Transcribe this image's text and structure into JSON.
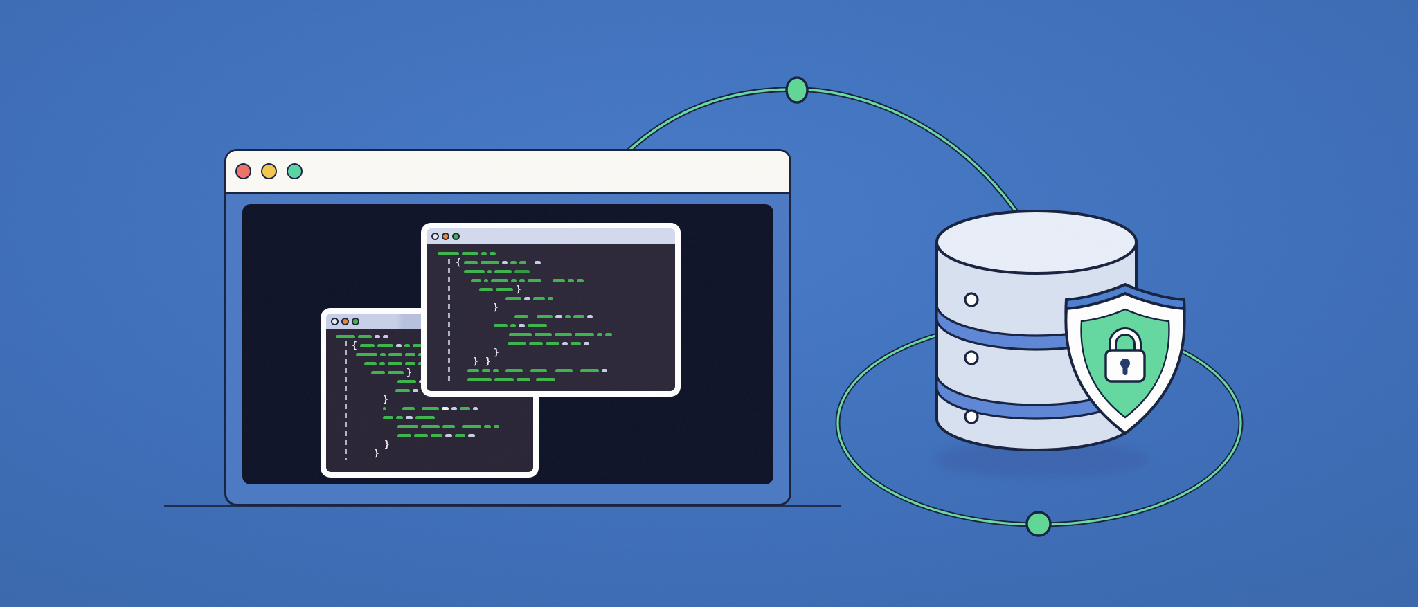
{
  "colors": {
    "background": "#3b6cb7",
    "outline": "#15203e",
    "browser_white": "#fbfaf5",
    "browser_blue": "#4a79c3",
    "screen": "#0c1126",
    "window_bar": "#d3daee",
    "window_bar_back": "#c8d0e9",
    "window_bar_back_dark": "#b7c1de",
    "code_bg": "#2a2637",
    "code_bg_back": "#282334",
    "code_green": "#3cb44a",
    "code_green_dark": "#2f9b3f",
    "code_gray": "#c7cde2",
    "code_white": "#eef0f7",
    "line_green": "#68dba1",
    "node_green": "#5fd795",
    "db_body": "#d8e1f1",
    "db_top": "#e9eff9",
    "db_band": "#5d86d7",
    "db_shadow": "#3a63ae",
    "shield_green": "#63d89f",
    "shield_blue": "#4c7ed0",
    "white": "#ffffff",
    "keyhole": "#21386b",
    "ground": "#1b2a4c",
    "dot_border": "#202337"
  },
  "icons": {
    "database": "database-cylinder-icon",
    "security": "shield-lock-icon",
    "connection_node": "circle-node-icon",
    "window_controls": "traffic-light-icons"
  },
  "browser_window": {
    "traffic_lights": [
      {
        "name": "close",
        "color": "#ef7166"
      },
      {
        "name": "minimize",
        "color": "#f4c64d"
      },
      {
        "name": "zoom",
        "color": "#57d5a2"
      }
    ]
  },
  "code_windows": {
    "back": {
      "dots": [
        {
          "name": "close",
          "color": "#e8eaf2"
        },
        {
          "name": "minimize",
          "color": "#e8893b"
        },
        {
          "name": "maximize",
          "color": "#3fb14e"
        }
      ],
      "rows": [
        {
          "i": 14,
          "t": "g28,g20,w8,w8"
        },
        {
          "i": 37,
          "t": "{,g21,g23,w8,g8,g13,g10"
        },
        {
          "i": 43,
          "t": "g31,g8,g20,g15,g10"
        },
        {
          "i": 55,
          "t": "g18,g8,g21,g15,g8"
        },
        {
          "i": 65,
          "t": "g20,g23,}"
        },
        {
          "i": 103,
          "t": "g27,w8"
        },
        {
          "i": 100,
          "t": "g21,w8"
        },
        {
          "i": 82,
          "t": "}"
        },
        {
          "i": 82,
          "t": "g4,s20,g18,s6,g25,W10,w8,g15,w7"
        },
        {
          "i": 82,
          "t": "g15,g10,w10,g28"
        },
        {
          "i": 103,
          "t": "g30,g27,g18,s6,g28,g10,g8"
        },
        {
          "i": 103,
          "t": "g20,g20,g17,w10,g15,w10"
        },
        {
          "i": 84,
          "t": "}"
        },
        {
          "i": 69,
          "t": "}"
        }
      ]
    },
    "front": {
      "dots": [
        {
          "name": "close",
          "color": "#e8eaf2"
        },
        {
          "name": "minimize",
          "color": "#e8893b"
        },
        {
          "name": "maximize",
          "color": "#3fb14e"
        }
      ],
      "rows": [
        {
          "i": 16,
          "t": "g31,g24,g8,g9"
        },
        {
          "i": 42,
          "t": "{,g20,g27,w8,g9,g10,s8,w9"
        },
        {
          "i": 54,
          "t": "g30,g6,g25,d22"
        },
        {
          "i": 64,
          "t": "g15,g6,g25,g8,g8,g20,s12,g18,g9,g10"
        },
        {
          "i": 76,
          "t": "g20,g25,}"
        },
        {
          "i": 114,
          "t": "g23,w9,g17,g8"
        },
        {
          "i": 96,
          "t": "}"
        },
        {
          "i": 127,
          "t": "g20,s8,g23,w10,g8,g16,w8"
        },
        {
          "i": 97,
          "t": "g20,g8,w9,g28"
        },
        {
          "i": 119,
          "t": "g33,g25,g25,g28,g8,g10"
        },
        {
          "i": 117,
          "t": "g27,g20,g20,w8,g15,w8"
        },
        {
          "i": 97,
          "t": "}"
        },
        {
          "i": 67,
          "t": "},s6,}"
        },
        {
          "i": 59,
          "t": "g17,g12,g8,s6,g25,s7,g24,s8,g25,s7,g27,w8"
        },
        {
          "i": 59,
          "t": "g35,g28,g20,s4,g28"
        }
      ]
    }
  },
  "database": {
    "tiers": 3,
    "indicator_dots": 3
  },
  "shield": {
    "badge": "padlock"
  },
  "connection": {
    "nodes": 2
  }
}
